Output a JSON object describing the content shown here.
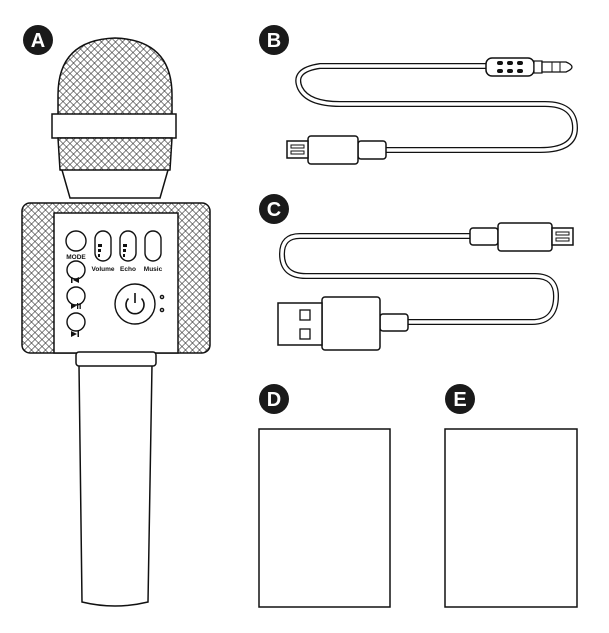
{
  "badges": {
    "a": "A",
    "b": "B",
    "c": "C",
    "d": "D",
    "e": "E"
  },
  "mic_labels": {
    "mode": "MODE",
    "volume": "Volume",
    "echo": "Echo",
    "music": "Music"
  },
  "colors": {
    "ink": "#111111",
    "badge": "#1a1a1a",
    "background": "#ffffff"
  },
  "icons": {
    "prev": "skip-back-icon",
    "play": "play-pause-icon",
    "next": "skip-forward-icon",
    "power": "power-icon"
  }
}
